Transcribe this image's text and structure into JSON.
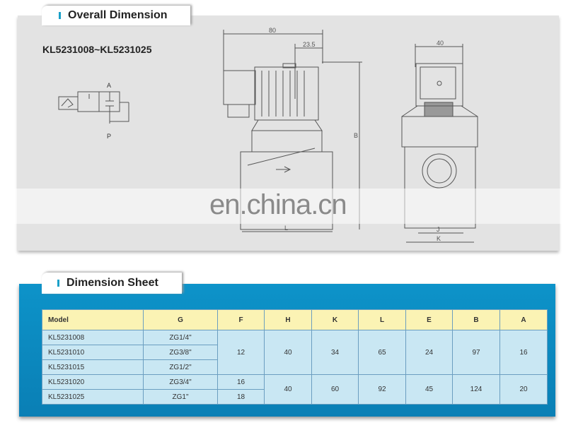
{
  "overall": {
    "title": "Overall Dimension",
    "series": "KL5231008~KL5231025",
    "symbol": {
      "port_a": "A",
      "port_p": "P"
    },
    "dims": {
      "width": "80",
      "offset": "23.5",
      "height": "B",
      "length": "L",
      "front_width": "40",
      "j": "J",
      "k": "K"
    }
  },
  "watermark": "en.china.cn",
  "sheet": {
    "title": "Dimension Sheet",
    "headers": [
      "Model",
      "G",
      "F",
      "H",
      "K",
      "L",
      "E",
      "B",
      "A"
    ],
    "rows": [
      {
        "model": "KL5231008",
        "g": "ZG1/4\""
      },
      {
        "model": "KL5231010",
        "g": "ZG3/8\""
      },
      {
        "model": "KL5231015",
        "g": "ZG1/2\""
      },
      {
        "model": "KL5231020",
        "g": "ZG3/4\""
      },
      {
        "model": "KL5231025",
        "g": "ZG1\""
      }
    ],
    "group1": {
      "F": "12",
      "H": "40",
      "K": "34",
      "L": "65",
      "E": "24",
      "B": "97",
      "A": "16"
    },
    "group2": {
      "F1": "16",
      "F2": "18",
      "H": "40",
      "K": "60",
      "L": "92",
      "E": "45",
      "B": "124",
      "A": "20"
    }
  }
}
